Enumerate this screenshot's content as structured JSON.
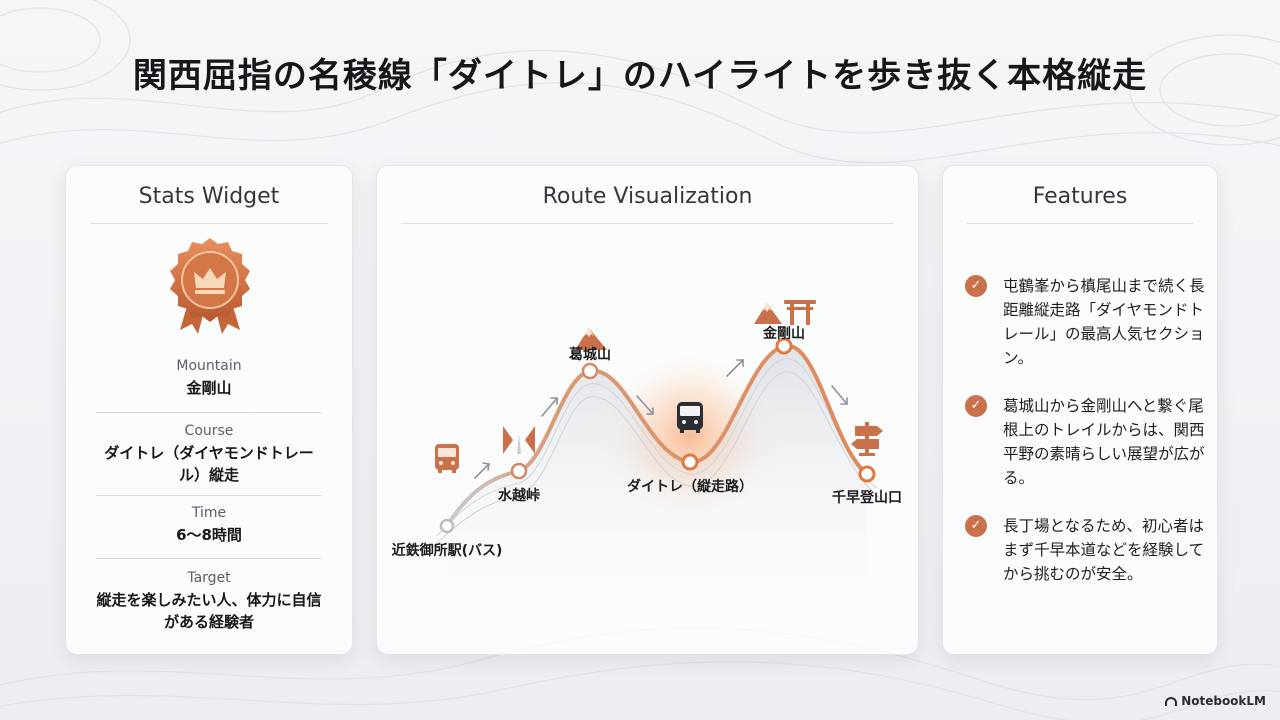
{
  "title": "関西屈指の名稜線「ダイトレ」のハイライトを歩き抜く本格縦走",
  "stats": {
    "heading": "Stats Widget",
    "badge_icon": "crown-badge-icon",
    "items": [
      {
        "label": "Mountain",
        "value": "金剛山"
      },
      {
        "label": "Course",
        "value": "ダイトレ（ダイヤモンドトレール）縦走"
      },
      {
        "label": "Time",
        "value": "6〜8時間"
      },
      {
        "label": "Target",
        "value": "縦走を楽しみたい人、体力に自信がある経験者"
      }
    ]
  },
  "route": {
    "heading": "Route Visualization",
    "points": [
      {
        "label": "近鉄御所駅(バス)",
        "icon": "bus-icon"
      },
      {
        "label": "水越峠",
        "icon": "pass-icon"
      },
      {
        "label": "葛城山",
        "icon": "mountain-icon"
      },
      {
        "label": "ダイトレ（縦走路）",
        "icon": "bus-icon"
      },
      {
        "label": "金剛山",
        "icon": "mountain-torii-icon"
      },
      {
        "label": "千早登山口",
        "icon": "signpost-icon"
      }
    ]
  },
  "features": {
    "heading": "Features",
    "items": [
      "屯鶴峯から槙尾山まで続く長距離縦走路「ダイヤモンドトレール」の最高人気セクション。",
      "葛城山から金剛山へと繋ぐ尾根上のトレイルからは、関西平野の素晴らしい展望が広がる。",
      "長丁場となるため、初心者はまず千早本道などを経験してから挑むのが安全。"
    ]
  },
  "colors": {
    "accent": "#c9714a",
    "accent_light": "#f0a070"
  },
  "brand": "NotebookLM"
}
